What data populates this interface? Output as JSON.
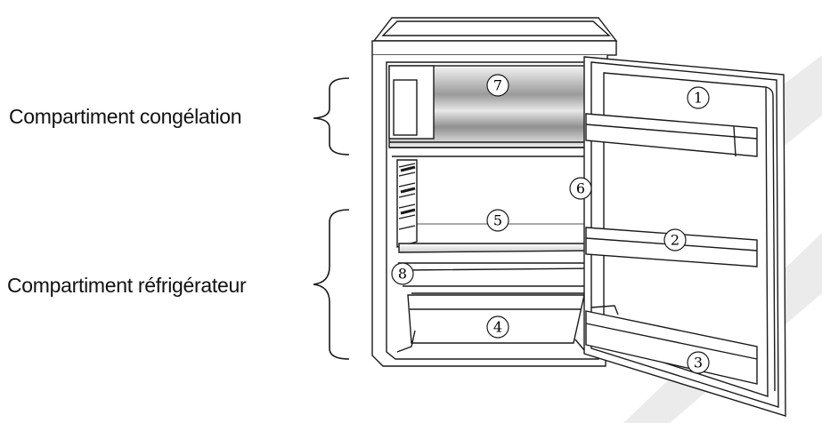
{
  "compartments": {
    "freezer": "Compartiment congélation",
    "fridge": "Compartiment réfrigérateur"
  },
  "callouts": [
    {
      "id": "1",
      "label": "1"
    },
    {
      "id": "2",
      "label": "2"
    },
    {
      "id": "3",
      "label": "3"
    },
    {
      "id": "4",
      "label": "4"
    },
    {
      "id": "5",
      "label": "5"
    },
    {
      "id": "6",
      "label": "6"
    },
    {
      "id": "7",
      "label": "7"
    },
    {
      "id": "8",
      "label": "8"
    }
  ],
  "colors": {
    "line": "#1a1a1a",
    "shade_dark": "#8a8a8a",
    "shade_light": "#f2f2f2",
    "watermark": "#e9e9e9"
  }
}
